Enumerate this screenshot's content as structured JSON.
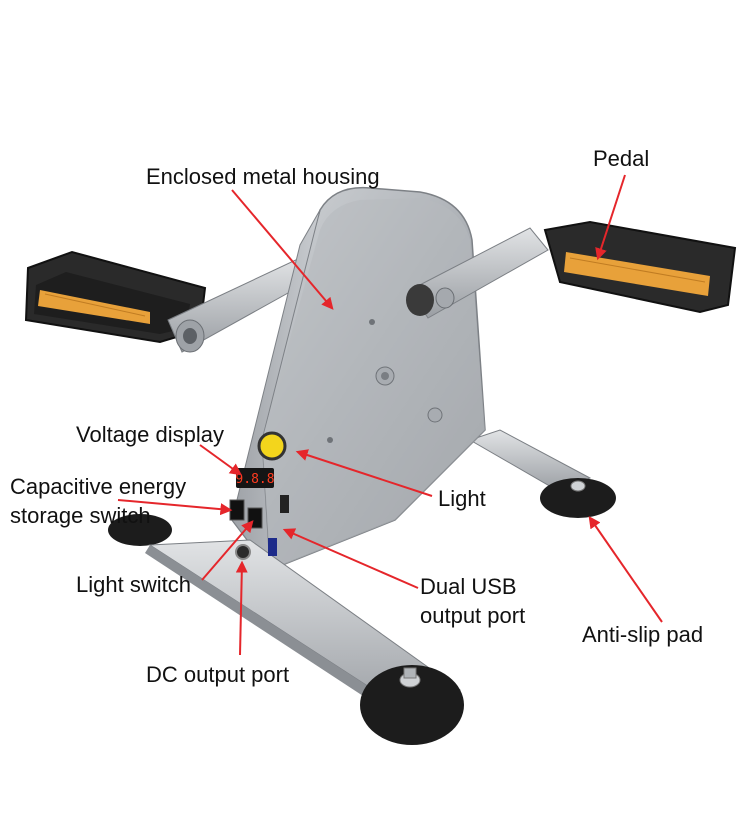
{
  "colors": {
    "arrow": "#e5262b",
    "metal": "#b9bdc2",
    "pedal_body": "#2a2a2a",
    "reflector": "#e8a13a",
    "pad": "#1c1c1c",
    "display_digits": "#ff3b1f",
    "light_lens": "#f3d51c"
  },
  "product": {
    "display_reading": "9.8.8"
  },
  "labels": {
    "housing": "Enclosed metal housing",
    "pedal": "Pedal",
    "voltage_display": "Voltage display",
    "capacitive_switch_line1": "Capacitive energy",
    "capacitive_switch_line2": "storage switch",
    "light": "Light",
    "light_switch": "Light switch",
    "usb_line1": "Dual USB",
    "usb_line2": "output port",
    "anti_slip_pad": "Anti-slip pad",
    "dc_port": "DC output port"
  }
}
